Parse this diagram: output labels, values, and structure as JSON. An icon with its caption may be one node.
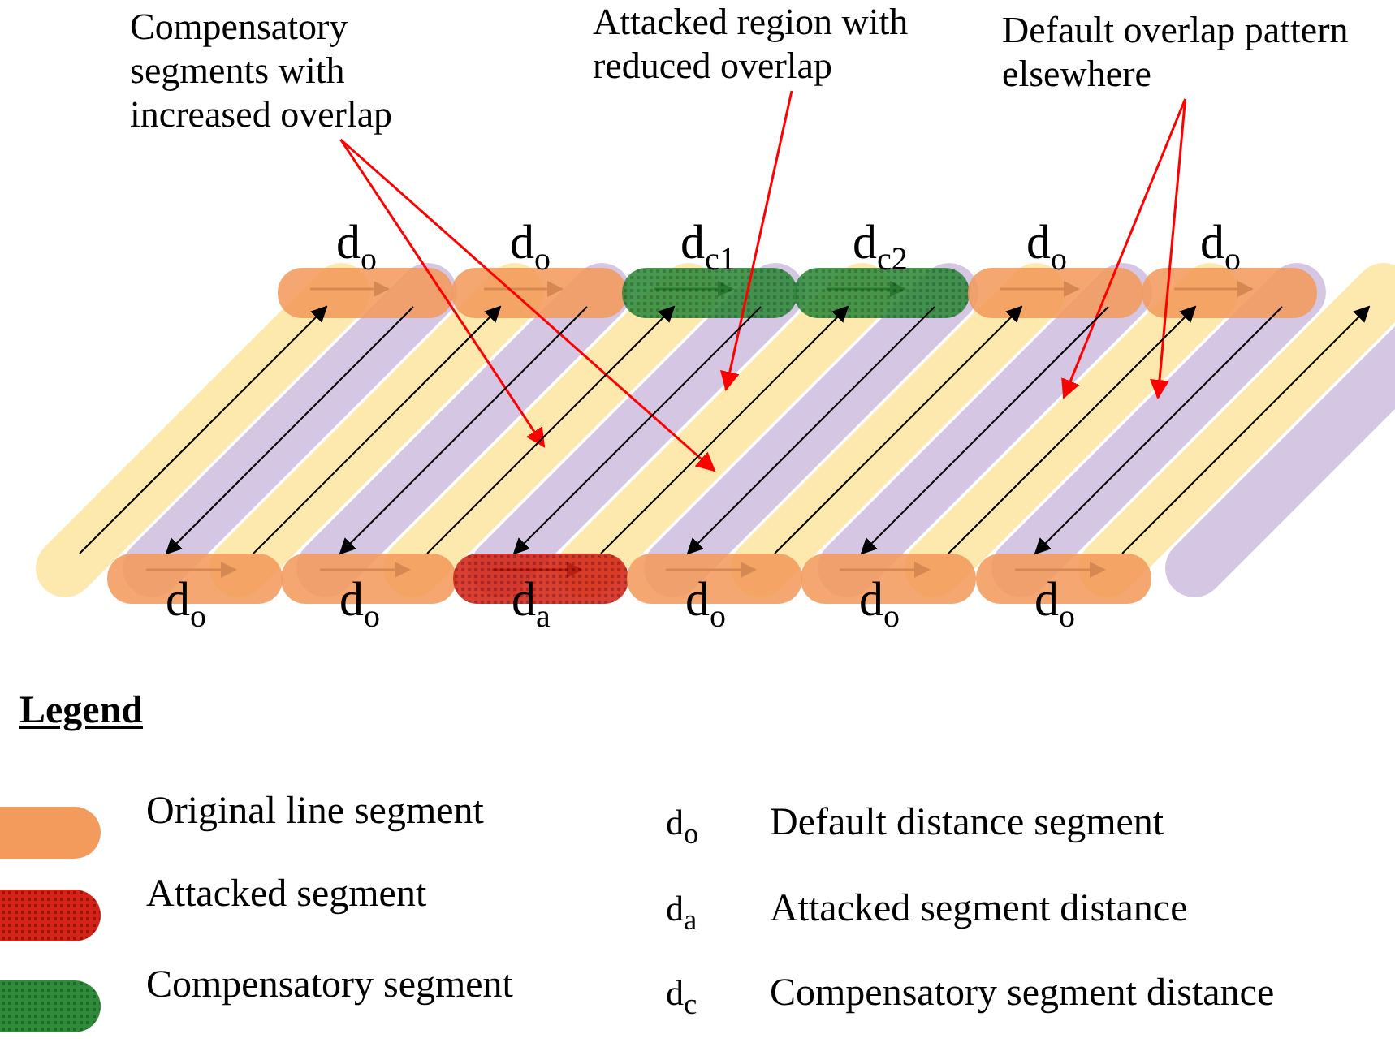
{
  "diagram": {
    "nodes": [
      {
        "text": [
          "Compensatory segments with increased overlap"
        ]
      },
      {
        "text": [
          "Attacked region with reduced overlap"
        ]
      },
      {
        "text": [
          "Default overlap pattern elsewhere"
        ]
      },
      {
        "text": [
          "d$_{o}$"
        ]
      },
      {
        "text": [
          "d$_{o}$"
        ]
      },
      {
        "text": [
          "d$_{c1}$"
        ]
      },
      {
        "text": [
          "d$_{c2}$"
        ]
      },
      {
        "text": [
          "d$_{o}$"
        ]
      },
      {
        "text": [
          "d$_{o}$"
        ]
      },
      {
        "text": [
          "d$_{o}$"
        ]
      },
      {
        "text": [
          "d$_{o}$"
        ]
      },
      {
        "text": [
          "d$_{a}$"
        ]
      },
      {
        "text": [
          "d$_{o}$"
        ]
      },
      {
        "text": [
          "d$_{o}$"
        ]
      },
      {
        "text": [
          "d$_{o}$"
        ]
      }
    ],
    "edges": [
      {
        "from": 0,
        "to": null,
        "arrow": "to",
        "color": "#ff0000"
      },
      {
        "from": 0,
        "to": null,
        "arrow": "to",
        "color": "#ff0000"
      },
      {
        "from": 1,
        "to": null,
        "arrow": "to",
        "color": "#ff0000"
      },
      {
        "from": 2,
        "to": null,
        "arrow": "to",
        "color": "#ff0000"
      },
      {
        "from": 2,
        "to": null,
        "arrow": "to",
        "color": "#ff0000"
      },
      {
        "from": null,
        "to": 3,
        "arrow": "to"
      },
      {
        "from": 3,
        "to": 9,
        "arrow": "to"
      },
      {
        "from": 9,
        "to": 4,
        "arrow": "to"
      },
      {
        "from": 4,
        "to": 10,
        "arrow": "to"
      },
      {
        "from": 10,
        "to": 5,
        "arrow": "to"
      },
      {
        "from": 5,
        "to": 11,
        "arrow": "to"
      },
      {
        "from": 11,
        "to": 6,
        "arrow": "to"
      },
      {
        "from": 6,
        "to": 12,
        "arrow": "to"
      },
      {
        "from": 12,
        "to": 7,
        "arrow": "to"
      },
      {
        "from": 7,
        "to": 13,
        "arrow": "to"
      },
      {
        "from": 13,
        "to": 8,
        "arrow": "to"
      },
      {
        "from": 8,
        "to": 14,
        "arrow": "to"
      },
      {
        "from": 14,
        "to": null,
        "arrow": "to"
      }
    ],
    "labels": [
      "Legend",
      "d$_{o}$",
      "Default distance segment",
      "d$_{a}$",
      "Attacked segment distance",
      "d$_{c}$",
      "Compensatory segment distance"
    ],
    "legend": [
      {
        "text": "Original line segment",
        "color": "#f29b5c"
      },
      {
        "text": "Attacked segment",
        "color": "#d42416"
      },
      {
        "text": "Compensatory segment",
        "color": "#2f8a3a"
      }
    ]
  }
}
